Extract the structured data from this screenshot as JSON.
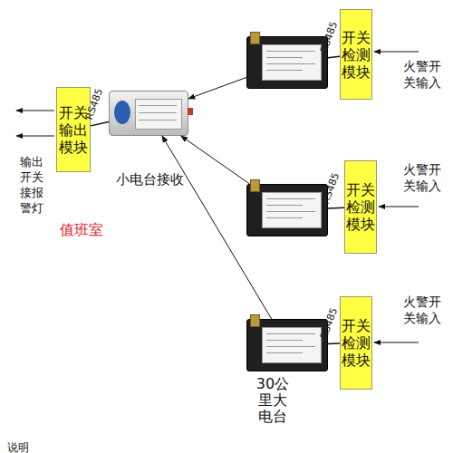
{
  "diagram": {
    "nodes": [
      {
        "text": [
          "开关 输出 模块"
        ]
      },
      {
        "text": [
          "小电台接收"
        ]
      },
      {
        "text": []
      },
      {
        "text": [
          "开关 检测 模块"
        ]
      },
      {
        "text": []
      },
      {
        "text": [
          "开关 检测 模块"
        ]
      },
      {
        "text": [
          "30公 里大 电台"
        ]
      },
      {
        "text": [
          "开关 检测 模块"
        ]
      }
    ],
    "edges": [
      {
        "from": 1,
        "to": 0,
        "label": "RS485",
        "arrow": "none"
      },
      {
        "from": 2,
        "to": 3,
        "label": "RS485",
        "arrow": "none"
      },
      {
        "from": 4,
        "to": 5,
        "label": "RS485",
        "arrow": "none"
      },
      {
        "from": 6,
        "to": 7,
        "label": "RS485",
        "arrow": "none"
      },
      {
        "from": 2,
        "to": 1,
        "arrow": "to"
      },
      {
        "from": 4,
        "to": 1,
        "arrow": "to"
      },
      {
        "from": 6,
        "to": 1,
        "arrow": "to"
      }
    ],
    "labels": [
      "值班室",
      "输出 开关 接报 警灯",
      "火警开 关输入",
      "火警开 关输入",
      "火警开 关输入",
      "说明"
    ]
  }
}
